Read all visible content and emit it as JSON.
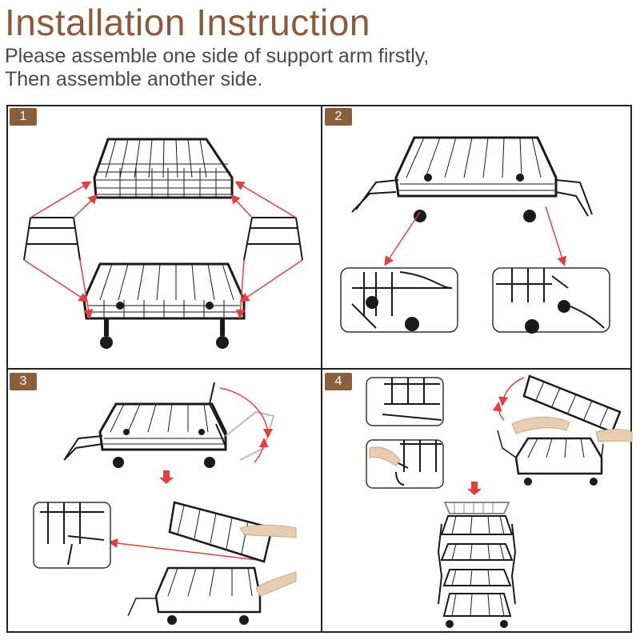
{
  "header": {
    "title": "Installation Instruction",
    "subtitle_line1": "Please assemble one side of support arm firstly,",
    "subtitle_line2": "Then assemble another side."
  },
  "steps": [
    {
      "number": "1"
    },
    {
      "number": "2"
    },
    {
      "number": "3"
    },
    {
      "number": "4"
    }
  ],
  "colors": {
    "accent": "#8b5e3c",
    "title": "#8a5a3c",
    "arrow": "#e04040",
    "wire": "#1a1a1a"
  }
}
